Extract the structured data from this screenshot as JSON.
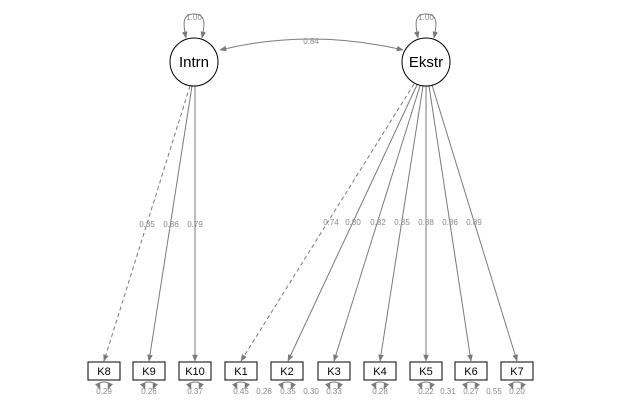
{
  "latents": [
    {
      "id": "Intrn",
      "label": "Intrn",
      "variance": "1.00"
    },
    {
      "id": "Ekstr",
      "label": "Ekstr",
      "variance": "1.00"
    }
  ],
  "covariance": {
    "from": "Intrn",
    "to": "Ekstr",
    "value": "0.84"
  },
  "observed": [
    {
      "id": "K8",
      "label": "K8",
      "residual": "0.29"
    },
    {
      "id": "K9",
      "label": "K9",
      "residual": "0.26"
    },
    {
      "id": "K10",
      "label": "K10",
      "residual": "0.37"
    },
    {
      "id": "K1",
      "label": "K1",
      "residual": "0.45"
    },
    {
      "id": "K2",
      "label": "K2",
      "residual": "0.35"
    },
    {
      "id": "K3",
      "label": "K3",
      "residual": "0.33"
    },
    {
      "id": "K4",
      "label": "K4",
      "residual": "0.28"
    },
    {
      "id": "K5",
      "label": "K5",
      "residual": "0.22"
    },
    {
      "id": "K6",
      "label": "K6",
      "residual": "0.27"
    },
    {
      "id": "K7",
      "label": "K7",
      "residual": "0.20"
    }
  ],
  "loadings": [
    {
      "from": "Intrn",
      "to": "K8",
      "value": "0.85",
      "fixed": true
    },
    {
      "from": "Intrn",
      "to": "K9",
      "value": "0.86",
      "fixed": false
    },
    {
      "from": "Intrn",
      "to": "K10",
      "value": "0.79",
      "fixed": false
    },
    {
      "from": "Ekstr",
      "to": "K1",
      "value": "0.74",
      "fixed": true
    },
    {
      "from": "Ekstr",
      "to": "K2",
      "value": "0.80",
      "fixed": false
    },
    {
      "from": "Ekstr",
      "to": "K3",
      "value": "0.82",
      "fixed": false
    },
    {
      "from": "Ekstr",
      "to": "K4",
      "value": "0.85",
      "fixed": false
    },
    {
      "from": "Ekstr",
      "to": "K5",
      "value": "0.88",
      "fixed": false
    },
    {
      "from": "Ekstr",
      "to": "K6",
      "value": "0.86",
      "fixed": false
    },
    {
      "from": "Ekstr",
      "to": "K7",
      "value": "0.89",
      "fixed": false
    }
  ],
  "between_box_values": [
    "0.28",
    "0.30",
    "0.31",
    "0.55"
  ]
}
